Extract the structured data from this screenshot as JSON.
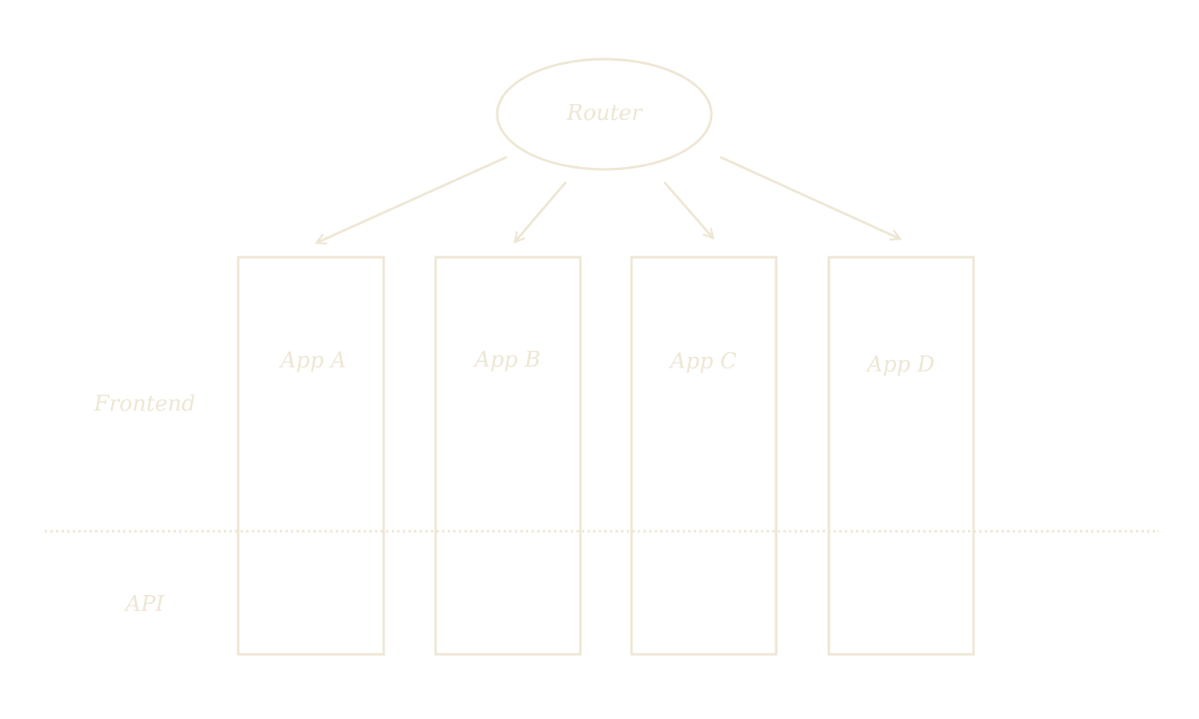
{
  "colors": {
    "stroke": "#ede6d3",
    "text": "#ede6d3",
    "background": "#ffffff"
  },
  "router": {
    "label": "Router"
  },
  "apps": [
    {
      "label": "App A"
    },
    {
      "label": "App B"
    },
    {
      "label": "App C"
    },
    {
      "label": "App D"
    }
  ],
  "layers": {
    "frontend": "Frontend",
    "api": "API"
  }
}
